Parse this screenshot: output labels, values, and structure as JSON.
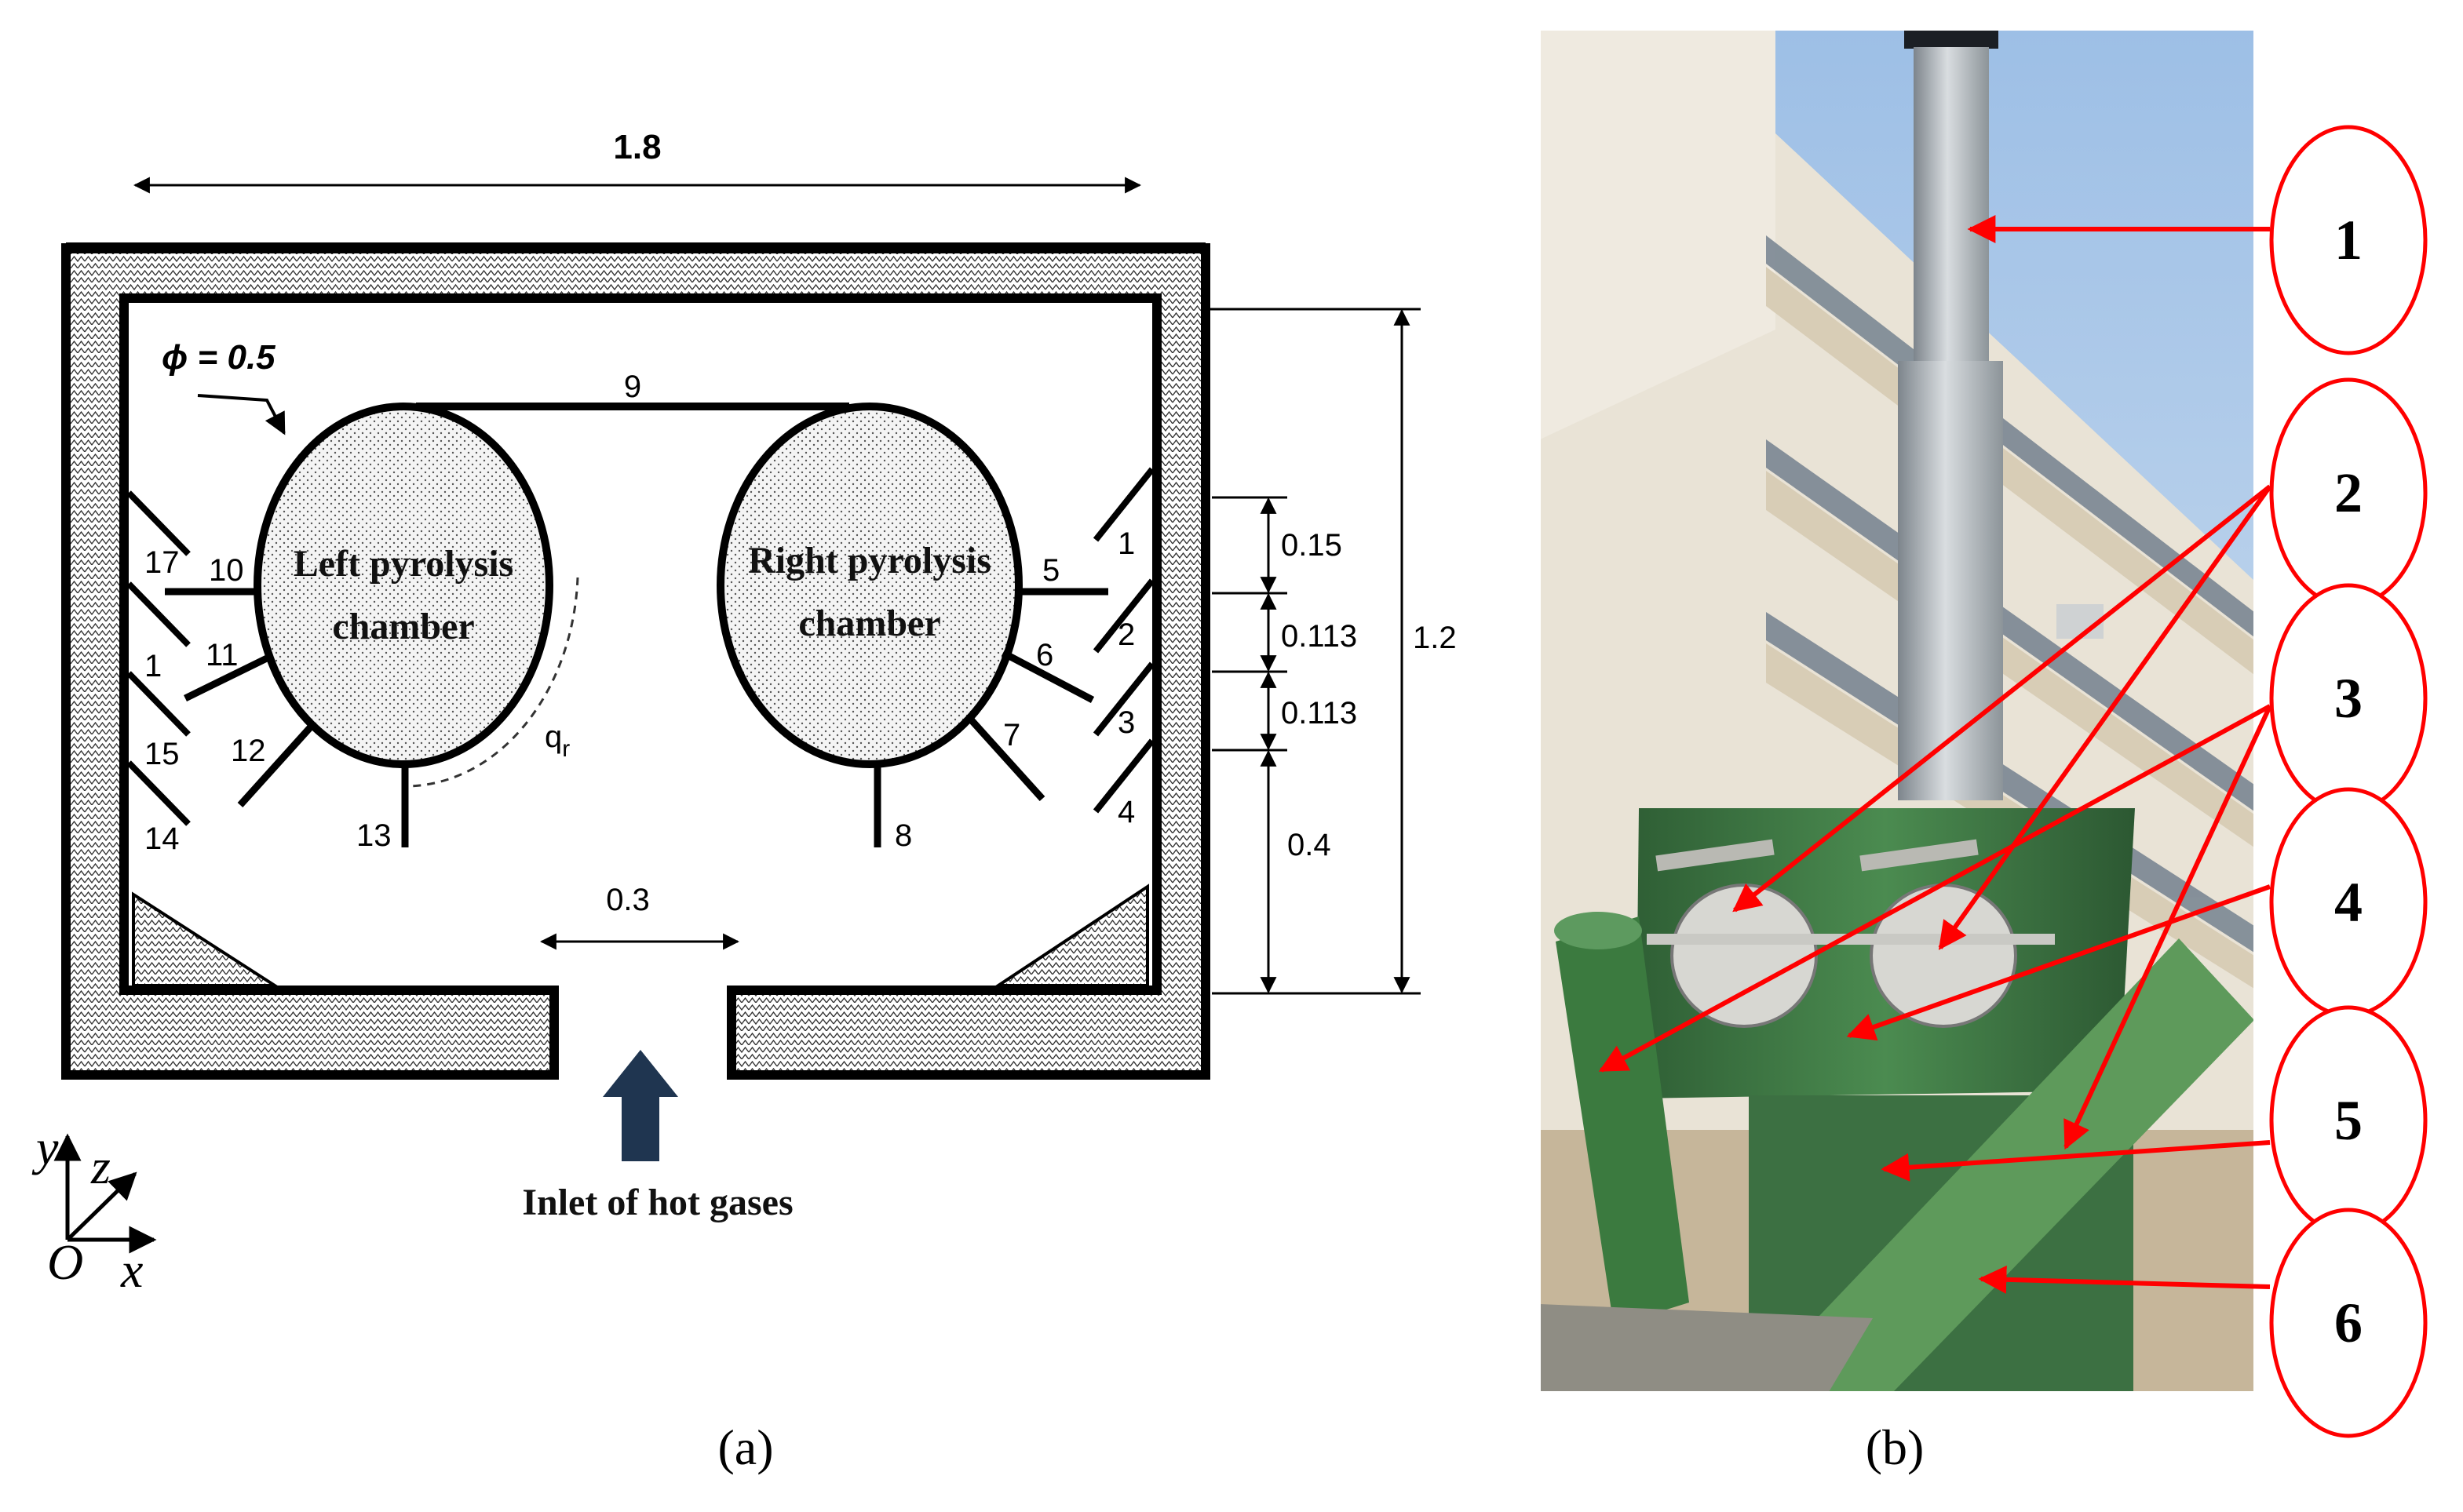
{
  "panel_a": {
    "caption": "(a)",
    "dimensions": {
      "total_width": "1.8",
      "total_height": "1.2",
      "diameter": "ϕ = 0.5",
      "inlet_width": "0.3",
      "right_spacings": [
        "0.15",
        "0.113",
        "0.113",
        "0.4"
      ]
    },
    "chambers": {
      "left": [
        "Left pyrolysis",
        "chamber"
      ],
      "right": [
        "Right pyrolysis",
        "chamber"
      ]
    },
    "point_labels": {
      "top": "9",
      "left_chamber": [
        "10",
        "11",
        "12",
        "13"
      ],
      "left_wall": [
        "17",
        "1",
        "15",
        "14"
      ],
      "right_chamber": [
        "5",
        "6",
        "7",
        "8"
      ],
      "right_wall": [
        "1",
        "2",
        "3",
        "4"
      ]
    },
    "radiation_label": "q",
    "radiation_subscript": "r",
    "inlet_label": "Inlet of hot gases",
    "axes": {
      "y": "y",
      "z": "z",
      "x": "x",
      "origin": "O"
    }
  },
  "panel_b": {
    "caption": "(b)",
    "callouts": [
      "1",
      "2",
      "3",
      "4",
      "5",
      "6"
    ]
  },
  "colors": {
    "wall": "#000000",
    "arrow_red": "#ff0000",
    "inlet_arrow": "#1f3550",
    "machine_green": "#3f7a44",
    "sky": "#b7d0ec"
  }
}
